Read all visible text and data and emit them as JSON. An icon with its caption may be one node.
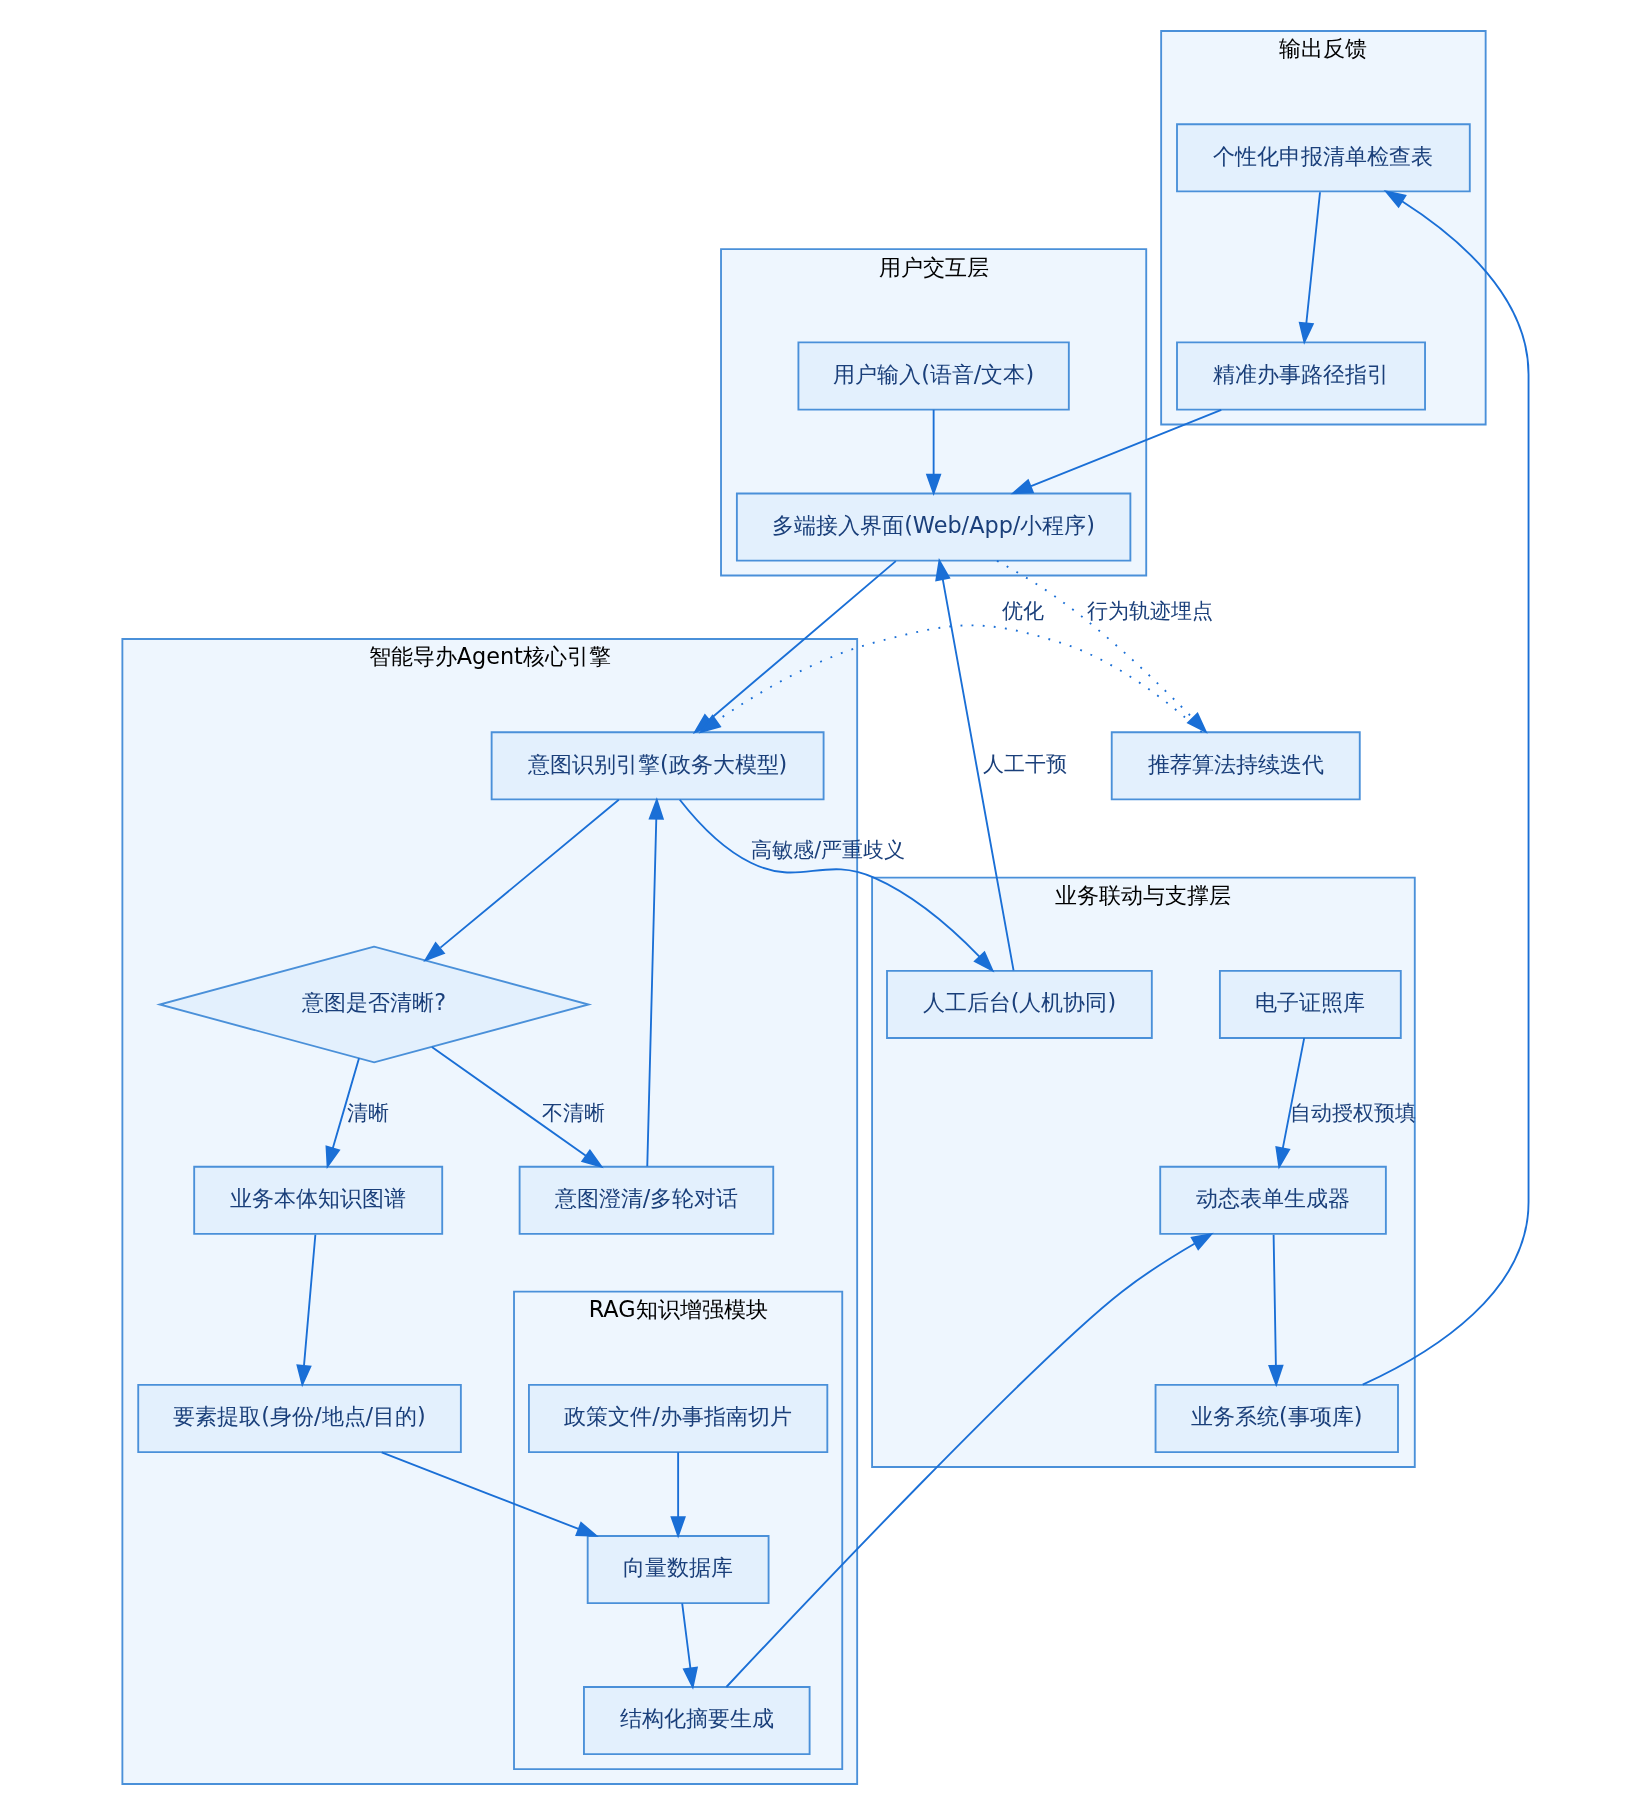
{
  "diagram": {
    "nodes": [
      {
        "text": [
          "用户交互层"
        ]
      },
      {
        "text": [
          "用户输入(语音/文本)"
        ],
        "in": 0
      },
      {
        "text": [
          "多端接入界面(Web/App/小程序)"
        ],
        "in": 0
      },
      {
        "text": [
          "推荐算法持续迭代"
        ]
      },
      {
        "text": [
          "智能导办Agent核心引擎"
        ]
      },
      {
        "text": [
          "意图识别引擎(政务大模型)"
        ],
        "in": 4
      },
      {
        "text": [
          "意图是否清晰?"
        ],
        "in": 4
      },
      {
        "text": [
          "意图澄清/多轮对话"
        ],
        "in": 4
      },
      {
        "text": [
          "业务本体知识图谱"
        ],
        "in": 4
      },
      {
        "text": [
          "要素提取(身份/地点/目的)"
        ],
        "in": 4
      },
      {
        "text": [
          "RAG知识增强模块"
        ],
        "in": 4
      },
      {
        "text": [
          "政策文件/办事指南切片"
        ],
        "in": 10
      },
      {
        "text": [
          "向量数据库"
        ],
        "in": 10
      },
      {
        "text": [
          "结构化摘要生成"
        ],
        "in": 10
      },
      {
        "text": [
          "业务联动与支撑层"
        ]
      },
      {
        "text": [
          "电子证照库"
        ],
        "in": 14
      },
      {
        "text": [
          "人工后台(人机协同)"
        ],
        "in": 14
      },
      {
        "text": [
          "动态表单生成器"
        ],
        "in": 14
      },
      {
        "text": [
          "业务系统(事项库)"
        ],
        "in": 14
      },
      {
        "text": [
          "输出反馈"
        ]
      },
      {
        "text": [
          "个性化申报清单检查表"
        ],
        "in": 19
      },
      {
        "text": [
          "精准办事路径指引"
        ],
        "in": 19
      }
    ],
    "edges": [
      {
        "from": 1,
        "to": 2,
        "arrow": "to"
      },
      {
        "from": 2,
        "to": 5,
        "arrow": "to"
      },
      {
        "from": 2,
        "to": 3,
        "arrow": "to",
        "label": "行为轨迹埋点",
        "style": "dashed"
      },
      {
        "from": 3,
        "to": 5,
        "arrow": "to",
        "label": "优化",
        "style": "dashed"
      },
      {
        "from": 5,
        "to": 6,
        "arrow": "to"
      },
      {
        "from": 6,
        "to": 7,
        "arrow": "to",
        "label": "不清晰"
      },
      {
        "from": 6,
        "to": 8,
        "arrow": "to",
        "label": "清晰"
      },
      {
        "from": 7,
        "to": 5,
        "arrow": "to"
      },
      {
        "from": 8,
        "to": 9,
        "arrow": "to"
      },
      {
        "from": 9,
        "to": 12,
        "arrow": "to"
      },
      {
        "from": 11,
        "to": 12,
        "arrow": "to"
      },
      {
        "from": 12,
        "to": 13,
        "arrow": "to"
      },
      {
        "from": 5,
        "to": 16,
        "arrow": "to",
        "label": "高敏感/严重歧义"
      },
      {
        "from": 16,
        "to": 2,
        "arrow": "to",
        "label": "人工干预"
      },
      {
        "from": 15,
        "to": 17,
        "arrow": "to",
        "label": "自动授权预填"
      },
      {
        "from": 13,
        "to": 17,
        "arrow": "to"
      },
      {
        "from": 17,
        "to": 18,
        "arrow": "to"
      },
      {
        "from": 18,
        "to": 20,
        "arrow": "to"
      },
      {
        "from": 20,
        "to": 21,
        "arrow": "to"
      },
      {
        "from": 21,
        "to": 2,
        "arrow": "to"
      }
    ]
  }
}
